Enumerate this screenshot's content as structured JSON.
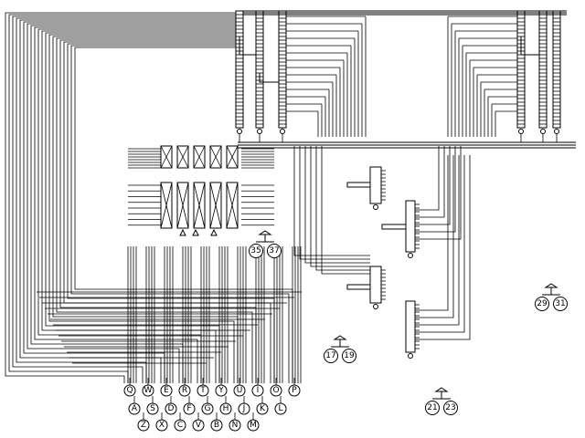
{
  "diagram": {
    "kind": "wiring-schematic",
    "colors": {
      "line": "#000000",
      "background": "#ffffff"
    },
    "bottom_terminals": {
      "row1": [
        "Q",
        "W",
        "E",
        "R",
        "T",
        "Y",
        "U",
        "I",
        "O",
        "P"
      ],
      "row2": [
        "A",
        "S",
        "D",
        "F",
        "G",
        "H",
        "J",
        "K",
        "L"
      ],
      "row3": [
        "Z",
        "X",
        "C",
        "V",
        "B",
        "N",
        "M"
      ]
    },
    "pin_pairs": [
      {
        "a": "35",
        "b": "37"
      },
      {
        "a": "17",
        "b": "19"
      },
      {
        "a": "21",
        "b": "23"
      },
      {
        "a": "29",
        "b": "31"
      }
    ]
  }
}
